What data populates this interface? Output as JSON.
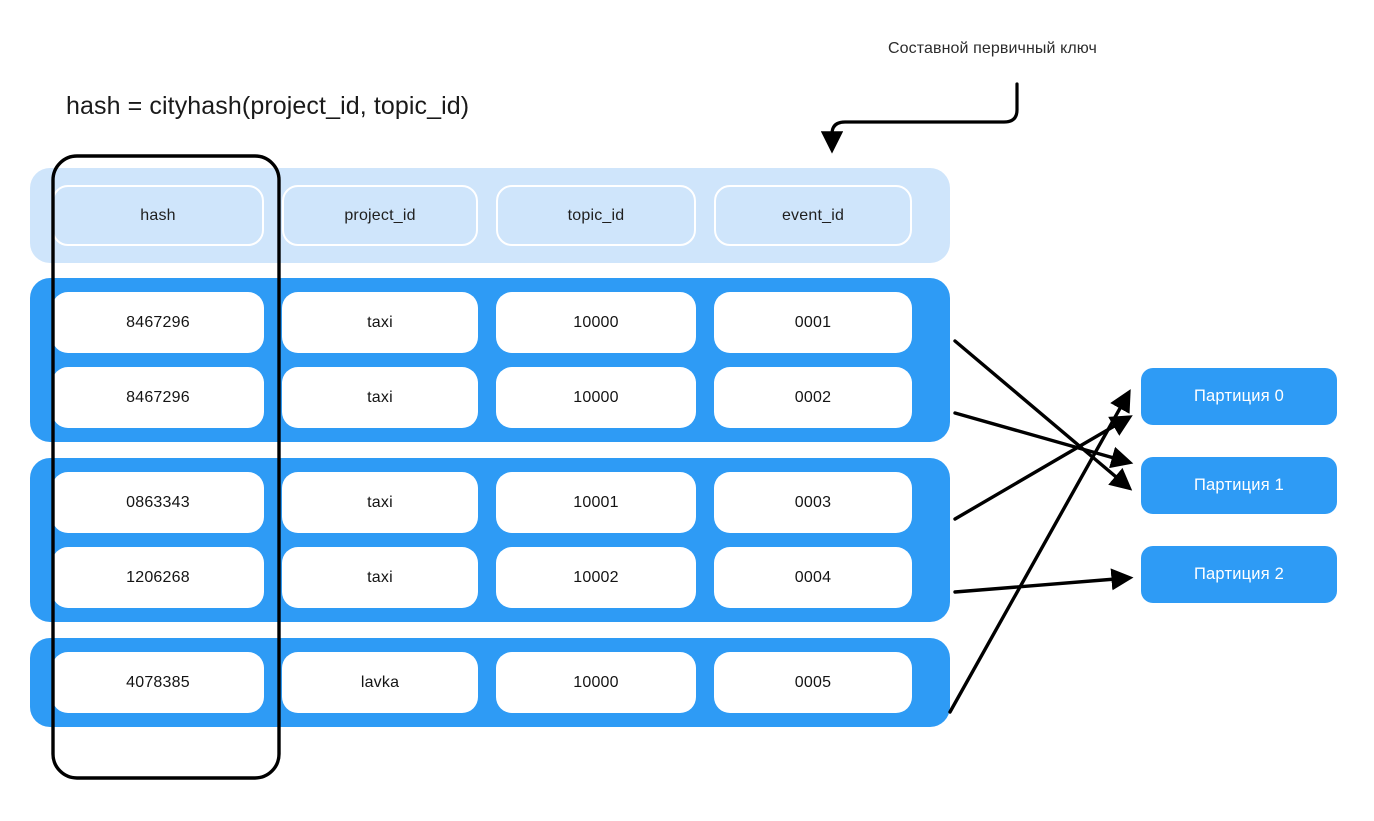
{
  "diagram": {
    "title_annotation": "Составной первичный ключ",
    "formula": "hash = cityhash(project_id, topic_id)",
    "key_bracket_label": "primary-key-bracket",
    "colors": {
      "row_group_blue": "#2e9bf5",
      "header_light_blue": "#cfe5fb",
      "cell_white": "#ffffff",
      "arrow_black": "#000000",
      "partition_blue": "#2e9bf5",
      "partition_text": "#ffffff"
    }
  },
  "table": {
    "columns": [
      {
        "key": "hash",
        "label": "hash"
      },
      {
        "key": "project_id",
        "label": "project_id"
      },
      {
        "key": "topic_id",
        "label": "topic_id"
      },
      {
        "key": "event_id",
        "label": "event_id"
      }
    ],
    "groups": [
      {
        "rows": [
          {
            "hash": "8467296",
            "project_id": "taxi",
            "topic_id": "10000",
            "event_id": "0001"
          },
          {
            "hash": "8467296",
            "project_id": "taxi",
            "topic_id": "10000",
            "event_id": "0002"
          }
        ]
      },
      {
        "rows": [
          {
            "hash": "0863343",
            "project_id": "taxi",
            "topic_id": "10001",
            "event_id": "0003"
          },
          {
            "hash": "1206268",
            "project_id": "taxi",
            "topic_id": "10002",
            "event_id": "0004"
          }
        ]
      },
      {
        "rows": [
          {
            "hash": "4078385",
            "project_id": "lavka",
            "topic_id": "10000",
            "event_id": "0005"
          }
        ]
      }
    ]
  },
  "partitions": [
    {
      "label": "Партиция 0"
    },
    {
      "label": "Партиция 1"
    },
    {
      "label": "Партиция 2"
    }
  ],
  "mapping": [
    {
      "from_event_id": "0001",
      "to_partition": "Партиция 1"
    },
    {
      "from_event_id": "0002",
      "to_partition": "Партиция 1"
    },
    {
      "from_event_id": "0003",
      "to_partition": "Партиция 0"
    },
    {
      "from_event_id": "0004",
      "to_partition": "Партиция 2"
    },
    {
      "from_event_id": "0005",
      "to_partition": "Партиция 0"
    }
  ]
}
